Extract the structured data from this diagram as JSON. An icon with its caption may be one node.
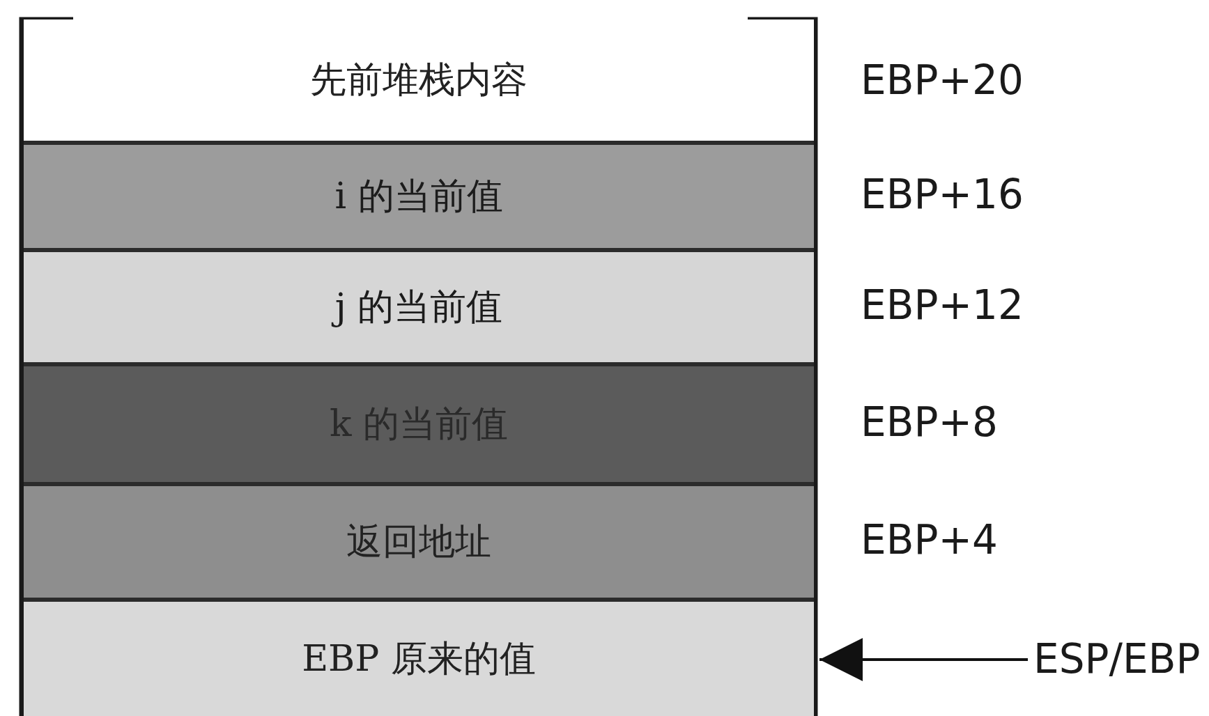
{
  "diagram": {
    "nodes": [
      {
        "text": [
          "先前堆栈内容"
        ],
        "beside": [
          "EBP+20"
        ]
      },
      {
        "text": [
          "i 的当前值"
        ],
        "beside": [
          "EBP+16"
        ]
      },
      {
        "text": [
          "j 的当前值"
        ],
        "beside": [
          "EBP+12"
        ]
      },
      {
        "text": [
          "k 的当前值"
        ],
        "beside": [
          "EBP+8"
        ]
      },
      {
        "text": [
          "返回地址"
        ],
        "beside": [
          "EBP+4"
        ]
      },
      {
        "text": [
          "EBP 原来的值"
        ]
      },
      {
        "text": [
          "ESP/EBP"
        ]
      }
    ],
    "edges": [
      {
        "from": 6,
        "to": 5,
        "arrow": "to"
      }
    ]
  }
}
